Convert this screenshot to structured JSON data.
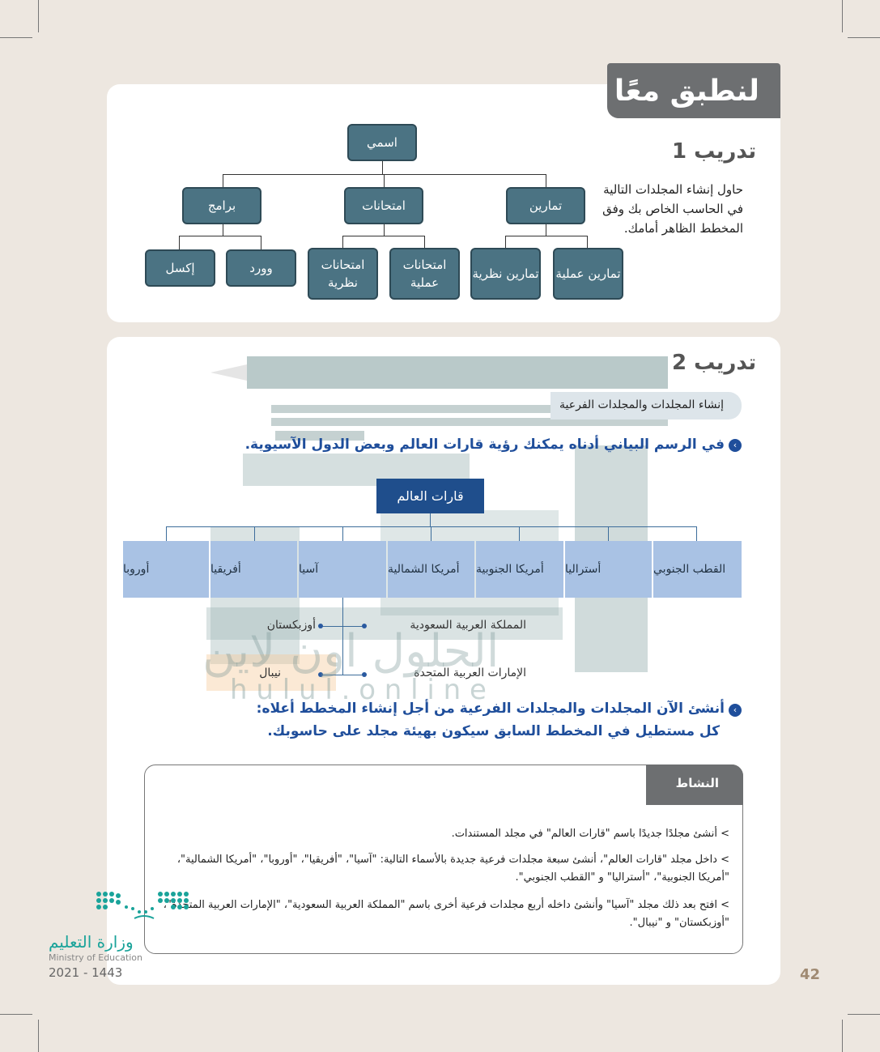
{
  "header": {
    "title": "لنطبق معًا"
  },
  "exercise1": {
    "title": "تدريب 1",
    "description": "حاول إنشاء المجلدات التالية في الحاسب الخاص بك وفق المخطط الظاهر أمامك.",
    "tree": {
      "root": "اسمي",
      "level1": [
        "تمارين",
        "امتحانات",
        "برامج"
      ],
      "level2": [
        "تمارين عملية",
        "تمارين نظرية",
        "امتحانات عملية",
        "امتحانات نظرية",
        "وورد",
        "إكسل"
      ]
    }
  },
  "exercise2": {
    "title": "تدريب 2",
    "tag": "إنشاء المجلدات والمجلدات الفرعية",
    "point1": "في الرسم البياني أدناه يمكنك رؤية قارات العالم وبعض الدول الآسيوية.",
    "diagram": {
      "root": "قارات العالم",
      "continents": [
        "القطب الجنوبي",
        "أستراليا",
        "أمريكا الجنوبية",
        "أمريكا الشمالية",
        "آسيا",
        "أفريقيا",
        "أوروبا"
      ],
      "countries": [
        "المملكة العربية السعودية",
        "أوزبكستان",
        "الإمارات العربية المتحدة",
        "نيبال"
      ]
    },
    "point2_line1": "أنشئ الآن المجلدات والمجلدات الفرعية من أجل إنشاء المخطط أعلاه:",
    "point2_line2": "كل مستطيل في المخطط السابق سيكون بهيئة مجلد على حاسوبك."
  },
  "activity": {
    "title": "النشاط",
    "items": [
      "> أنشئ مجلدًا جديدًا باسم \"قارات العالم\" في مجلد المستندات.",
      "> داخل مجلد \"قارات العالم\"، أنشئ سبعة مجلدات فرعية جديدة بالأسماء التالية: \"آسيا\"، \"أفريقيا\"، \"أوروبا\"، \"أمريكا الشمالية\"، \"أمريكا الجنوبية\"، \"أستراليا\" و \"القطب الجنوبي\".",
      "> افتح بعد ذلك مجلد \"آسيا\" وأنشئ داخله أربع مجلدات فرعية أخرى باسم \"المملكة العربية السعودية\"، \"الإمارات العربية المتحدة\"، \"أوزبكستان\" و \"نيبال\"."
    ]
  },
  "watermark": {
    "arabic": "الحلول اون لاين",
    "latin": "h u l u l . o n l i n e"
  },
  "ministry": {
    "arabic": "وزارة التعليم",
    "english": "Ministry of Education",
    "year": "2021 - 1443"
  },
  "page_number": "42",
  "colors": {
    "node_fill": "#4b7383",
    "root_blue": "#1f4e8c",
    "continent_fill": "#a9c2e4",
    "tab_gray": "#6d6f71",
    "accent_blue": "#1f4e9b"
  }
}
